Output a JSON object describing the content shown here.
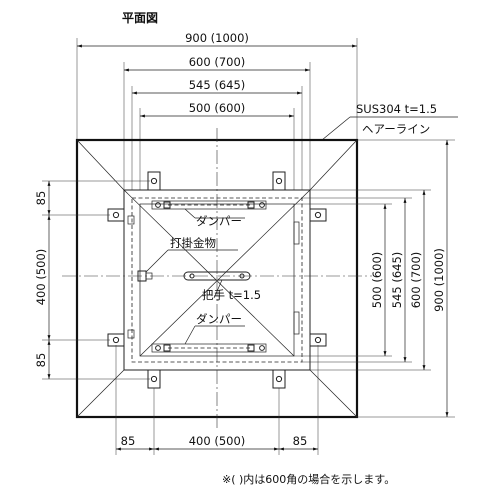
{
  "title": "平面図",
  "labels": {
    "material_line1": "SUS304 t=1.5",
    "material_line2": "ヘアーライン",
    "damper_top": "ダンパー",
    "damper_bottom": "ダンパー",
    "striker": "打掛金物",
    "handle": "把手 t=1.5"
  },
  "dimensions": {
    "top_900": "900 (1000)",
    "top_600": "600 (700)",
    "top_545": "545 (645)",
    "top_500": "500 (600)",
    "left_85_top": "85",
    "left_400": "400 (500)",
    "left_85_bottom": "85",
    "right_500": "500 (600)",
    "right_545": "545 (645)",
    "right_600": "600 (700)",
    "right_900": "900 (1000)",
    "bottom_85_left": "85",
    "bottom_400": "400 (500)",
    "bottom_85_right": "85"
  },
  "note": "※(  )内は600角の場合を示します。"
}
